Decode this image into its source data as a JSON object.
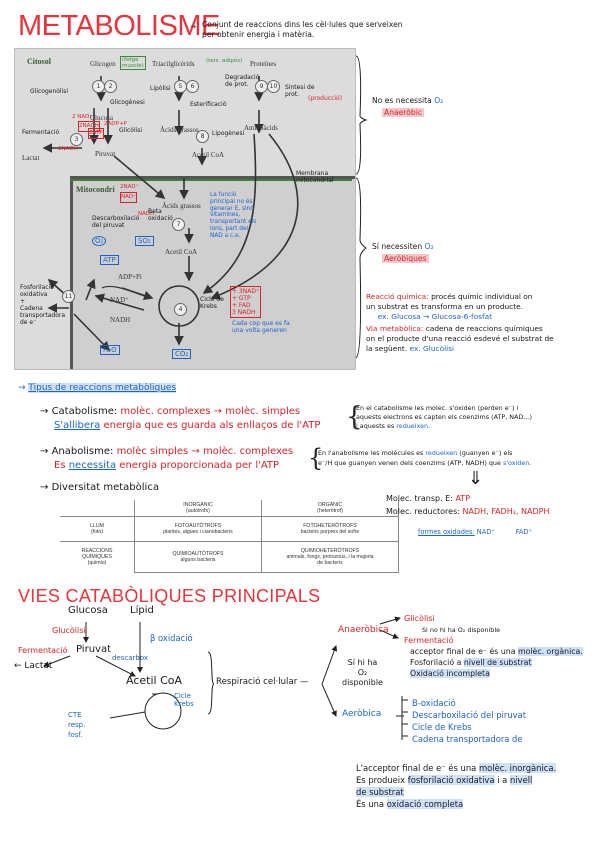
{
  "title": {
    "main": "METABOLISME",
    "def1": "Conjunt de reaccions dins les cèl·lules que serveixen",
    "def2": "per obtenir energia i matèria."
  },
  "diagram": {
    "citosol": "Citosol",
    "mitocondri": "Mitocondri",
    "membrana1": "Membrana",
    "membrana2": "mitocondrial",
    "glicogen": "Glicogen",
    "glucosa": "Glucosa",
    "piruvat": "Piruvat",
    "lactat": "Lactat",
    "triacil": "Triacilglicèrids",
    "acids": "Àcids grassos",
    "acids2": "Àcids grassos",
    "proteines": "Proteïnes",
    "aminoacids": "Aminoàcids",
    "acetil1": "Acetil CoA",
    "acetil2": "Acetil CoA",
    "atp": "ATP",
    "adp": "ADP+Pi",
    "nad": "NAD⁺",
    "nadh": "NADH",
    "co2": "CO₂",
    "h2o": "H₂O",
    "o2": "O₂",
    "so2": "SO₂",
    "nums": [
      "1",
      "2",
      "3",
      "4",
      "5",
      "6",
      "7",
      "8",
      "9",
      "10",
      "11"
    ],
    "n_glicogenolisi": "Glicogenòlisi",
    "n_glicogenesi": "Glicogènesi",
    "n_fermentacio": "Fermentació",
    "n_glicolisi": "Glicòlisi",
    "n_lipolisi": "Lipòlisi",
    "n_esterificacio": "Esterificació",
    "n_lipogenesi": "Lipogènesi",
    "n_degradacio1": "Degradació",
    "n_degradacio2": "de prot.",
    "n_sintesi1": "Síntesi de",
    "n_sintesi2": "prot.",
    "n_produccio": "(producció)",
    "n_fetge1": "(fetge",
    "n_fetge2": "muscle)",
    "n_teix": "(teix. adipós)",
    "n_2nad": "2 NAD⁺",
    "n_2nadh": "2NADH",
    "n_2atp": "2ATP",
    "n_2adp": "2ADP+P",
    "n_2nadh_b": "2NADH",
    "n_2nad_c": "2NAD⁺",
    "n_nad_m": "NAD⁺",
    "n_nadh_m": "NADH",
    "n_descarb1": "Descarboxilació",
    "n_descarb2": "del piruvat",
    "n_beta1": "Beta",
    "n_beta2": "oxidació",
    "n_cicle1": "Cicle de",
    "n_cicle2": "Krebs",
    "n_fosfo1": "Fosforilació",
    "n_fosfo2": "oxidativa",
    "n_fosfo3": "+",
    "n_fosfo4": "Cadena",
    "n_fosfo5": "transportadora",
    "n_fosfo6": "de e⁻",
    "n_krebs_r1": "+ 3NAD⁺",
    "n_krebs_r2": "+ GTP",
    "n_krebs_r3": "+ FAD",
    "n_krebs_r4": "3 NADH",
    "n_krebs_b1": "Cada cop que es fa",
    "n_krebs_b2": "una volta generen",
    "n_func1": "La funció",
    "n_func2": "principal no és",
    "n_func3": "generar E, sinó",
    "n_func4": "vitamines,",
    "n_func5": "transportant els",
    "n_func6": "ions, part del",
    "n_func7": "NAD a c.e."
  },
  "right": {
    "no_o2_1": "No es necessita",
    "no_o2_2": "O₂",
    "anaerobic": "Anaeròbic",
    "si_o2_1": "Sí necessiten",
    "si_o2_2": "O₂",
    "aerobiques": "Aeròbiques",
    "rq_label": "Reacció química:",
    "rq_text1": "procés químic individual on",
    "rq_text2": "un substrat es transforma en un producte.",
    "rq_ex": "ex. Glucosa → Glucosa-6-fosfat",
    "vm_label": "Via metabòlica:",
    "vm_text1": "cadena de reaccions químiques",
    "vm_text2": "on el producte d'una reacció esdevé el substrat de",
    "vm_text3": "la següent.",
    "vm_ex": "ex. Glucòlisi"
  },
  "tipus": {
    "heading": "Tipus de reaccions metabòliques",
    "cat_label": "Catabolisme:",
    "cat_text": "molèc. complexes → molèc. simples",
    "cat_sub_a": "S'allibera",
    "cat_sub_b": "energia que es guarda als enllaços de l'ATP",
    "cat_note1": "En el catabolisme les molec. s'oxiden (perden e⁻) i",
    "cat_note2": "aquests electrons es capten els coenzims (ATP, NAD...)",
    "cat_note3": "i aquests es",
    "cat_note4": "redueixen.",
    "ana_label": "Anabolisme:",
    "ana_text": "molèc simples → molèc. complexes",
    "ana_sub_a": "Es",
    "ana_sub_b": "necessita",
    "ana_sub_c": "energia proporcionada per l'ATP",
    "ana_note1": "En l'anabolisme les molècules es",
    "ana_note2": "redueixen",
    "ana_note3": "(guanyen e⁻) els",
    "ana_note4": "e⁻/H que guanyen venen dels coenzims (ATP, NADH) que",
    "ana_note5": "s'oxiden.",
    "div_label": "Diversitat metabòlica"
  },
  "table": {
    "h1a": "INORGÀNIC",
    "h1b": "(autòtrofs)",
    "h2a": "ORGÀNIC",
    "h2b": "(heteròtrof)",
    "r1a": "LLUM",
    "r1b": "(foto)",
    "r1c1": "FOTOAUTÒTROFS",
    "r1c2": "plantes, algues i cianobacteris",
    "r1d1": "FOTOHETERÒTROFS",
    "r1d2": "bacteris porpres del sofre",
    "r2a1": "REACCIONS",
    "r2a2": "QUÍMIQUES",
    "r2a3": "(quimio)",
    "r2c1": "QUIMIOAUTÒTROFS",
    "r2c2": "alguns bacteris",
    "r2d1": "QUIMIOHETERÒTROFS",
    "r2d2": "animals, fongs, protozous, i la majoria",
    "r2d3": "de bacteris"
  },
  "molec": {
    "arrow": "⇓",
    "l1a": "Molec. transp. E:",
    "l1b": "ATP",
    "l2a": "Molec. reductores:",
    "l2b": "NADH, FADH₂, NADPH",
    "l3a": "formes oxidades:",
    "l3b": "NAD⁺",
    "l3c": "FAD⁺"
  },
  "vies": {
    "title": "VIES CATABÒLIQUES PRINCIPALS",
    "glucosa": "Glucosa",
    "lipid": "Lípid",
    "glucolisi": "Glucòlisi",
    "piruvat": "Piruvat",
    "fermentacio": "Fermentació",
    "lactat": "Lactat",
    "beta": "β oxidació",
    "descarb": "descarbox",
    "acetil": "Acetil CoA",
    "cicle1": "Cicle",
    "cicle2": "Krebs",
    "cte1": "CTE",
    "cte2": "resp.",
    "cte3": "fosf.",
    "respiracio": "Respiració cel·lular",
    "sihiha1": "Sí hi ha",
    "sihiha2": "O₂",
    "sihiha3": "disponible",
    "anaerobica": "Anaeròbica",
    "an_glicolisi": "Glicòlisi",
    "an_note": "Si no hi ha O₂ disponible",
    "an_ferm": "Fermentació",
    "an_t1a": "acceptor final de e⁻ és una",
    "an_t1b": "molèc. orgànica.",
    "an_t2a": "Fosforilació a",
    "an_t2b": "nivell de substrat",
    "an_t3": "Oxidació incompleta",
    "aerobica": "Aeròbica",
    "ae_l1": "B-oxidació",
    "ae_l2": "Descarboxilació del piruvat",
    "ae_l3": "Cicle de Krebs",
    "ae_l4": "Cadena transportadora de",
    "f1a": "L'acceptor final de e⁻ és una",
    "f1b": "molèc. inorgànica.",
    "f2a": "Es produeix",
    "f2b": "fosforilació oxidativa",
    "f2c": "i a",
    "f2d": "nivell",
    "f3": "de substrat",
    "f4a": "És una",
    "f4b": "oxidació completa"
  }
}
